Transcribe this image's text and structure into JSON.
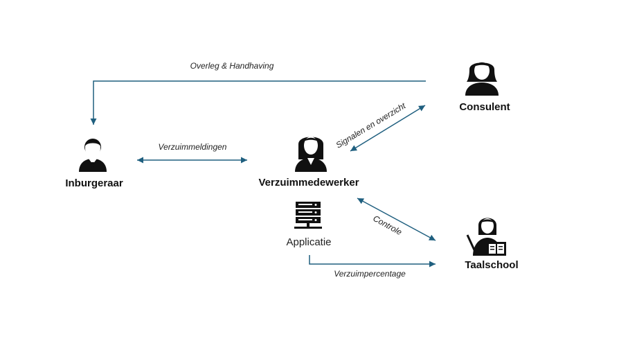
{
  "nodes": {
    "consulent": {
      "label": "Consulent",
      "icon": "woman-user-icon"
    },
    "inburgeraar": {
      "label": "Inburgeraar",
      "icon": "man-user-icon"
    },
    "verzuimmedewerker": {
      "label": "Verzuimmedewerker",
      "icon": "woman-user-icon"
    },
    "applicatie": {
      "label": "Applicatie",
      "icon": "server-icon"
    },
    "taalschool": {
      "label": "Taalschool",
      "icon": "teacher-icon"
    }
  },
  "edges": {
    "overleg": {
      "label": "Overleg & Handhaving",
      "from": "Consulent",
      "to": "Inburgeraar",
      "direction": "one-way"
    },
    "verzuimmeldingen": {
      "label": "Verzuimmeldingen",
      "from": "Inburgeraar",
      "to": "Verzuimmedewerker",
      "direction": "two-way"
    },
    "signalen": {
      "label": "Signalen en overzicht",
      "from": "Verzuimmedewerker",
      "to": "Consulent",
      "direction": "two-way"
    },
    "controle": {
      "label": "Controle",
      "from": "Verzuimmedewerker",
      "to": "Taalschool",
      "direction": "two-way"
    },
    "verzuimpercentage": {
      "label": "Verzuimpercentage",
      "from": "Applicatie",
      "to": "Taalschool",
      "direction": "one-way"
    }
  },
  "colors": {
    "arrow": "#1f5f7f",
    "text": "#111111"
  }
}
